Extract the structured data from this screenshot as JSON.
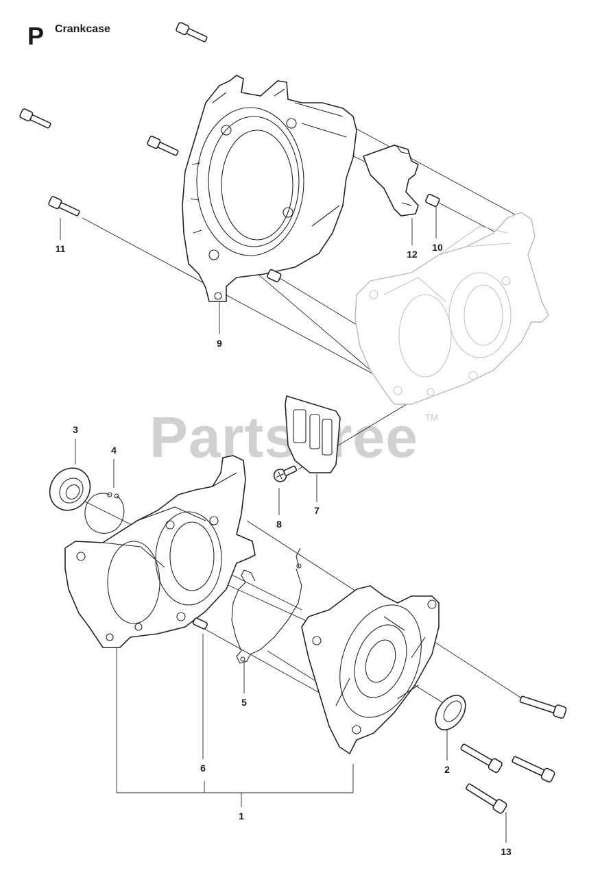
{
  "header": {
    "section_letter": "P",
    "title": "Crankcase"
  },
  "watermark": {
    "text": "PartsTree",
    "trademark": "TM"
  },
  "callouts": [
    {
      "label": "1",
      "part": "crankcase"
    },
    {
      "label": "2",
      "part": "seal"
    },
    {
      "label": "3",
      "part": "seal"
    },
    {
      "label": "4",
      "part": "retaining-ring"
    },
    {
      "label": "5",
      "part": "gasket"
    },
    {
      "label": "6",
      "part": "dowel-pin"
    },
    {
      "label": "7",
      "part": "intake-gasket"
    },
    {
      "label": "8",
      "part": "screw"
    },
    {
      "label": "9",
      "part": "fan-housing"
    },
    {
      "label": "10",
      "part": "sleeve"
    },
    {
      "label": "11",
      "part": "screw"
    },
    {
      "label": "12",
      "part": "clip"
    },
    {
      "label": "13",
      "part": "screw"
    }
  ]
}
